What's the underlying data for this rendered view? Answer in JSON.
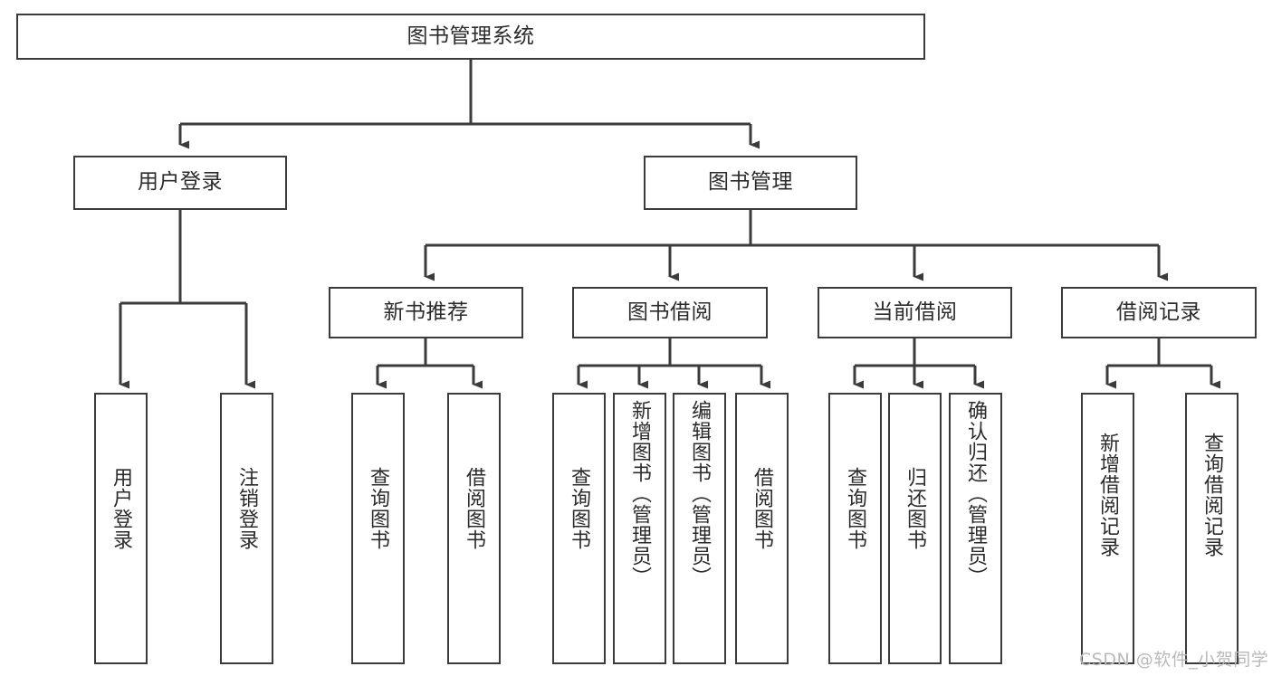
{
  "diagram": {
    "title": "图书管理系统",
    "type": "hierarchy-tree",
    "watermark": "CSDN @软件_小贺同学",
    "colors": {
      "box_border": "#3b3b3b",
      "box_fill": "#ffffff",
      "connector": "#3b3b3b",
      "text": "#2b2b2b",
      "watermark": "#b9b9b9",
      "background": "#ffffff"
    },
    "root": {
      "label": "图书管理系统"
    },
    "level2": [
      {
        "id": "user-login",
        "label": "用户登录"
      },
      {
        "id": "book-manage",
        "label": "图书管理"
      }
    ],
    "level3": [
      {
        "id": "new-book-recommend",
        "label": "新书推荐",
        "parent": "book-manage"
      },
      {
        "id": "book-borrow",
        "label": "图书借阅",
        "parent": "book-manage"
      },
      {
        "id": "current-borrow",
        "label": "当前借阅",
        "parent": "book-manage"
      },
      {
        "id": "borrow-record",
        "label": "借阅记录",
        "parent": "book-manage"
      }
    ],
    "leaves": {
      "user-login": [
        {
          "id": "leaf-user-login",
          "label": "用户登录"
        },
        {
          "id": "leaf-logout-login",
          "label": "注销登录"
        }
      ],
      "new-book-recommend": [
        {
          "id": "leaf-query-book-1",
          "label": "查询图书"
        },
        {
          "id": "leaf-borrow-book-1",
          "label": "借阅图书"
        }
      ],
      "book-borrow": [
        {
          "id": "leaf-query-book-2",
          "label": "查询图书"
        },
        {
          "id": "leaf-add-book",
          "label": "新增图书（管理员）"
        },
        {
          "id": "leaf-edit-book",
          "label": "编辑图书（管理员）"
        },
        {
          "id": "leaf-borrow-book-2",
          "label": "借阅图书"
        }
      ],
      "current-borrow": [
        {
          "id": "leaf-query-book-3",
          "label": "查询图书"
        },
        {
          "id": "leaf-return-book",
          "label": "归还图书"
        },
        {
          "id": "leaf-confirm-return",
          "label": "确认归还（管理员）"
        }
      ],
      "borrow-record": [
        {
          "id": "leaf-add-record",
          "label": "新增借阅记录"
        },
        {
          "id": "leaf-query-record",
          "label": "查询借阅记录"
        }
      ]
    }
  }
}
